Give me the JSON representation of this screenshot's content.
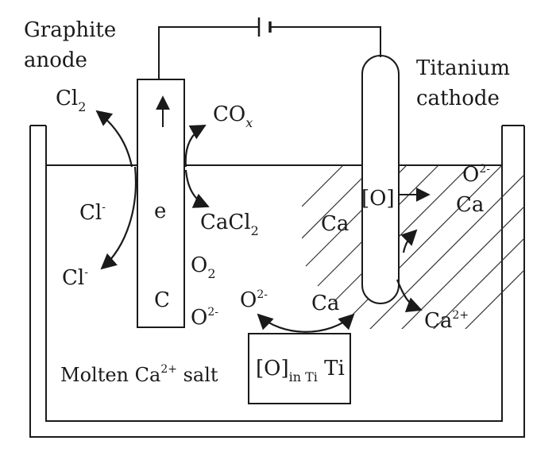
{
  "labels": {
    "anode_line1": "Graphite",
    "anode_line2": "anode",
    "cathode_line1": "Titanium",
    "cathode_line2": "cathode",
    "cl2": "Cl",
    "cl2_sub": "2",
    "cox": "CO",
    "cox_sub": "x",
    "cl_minus_1": "Cl",
    "cl_minus_1_sup": "-",
    "cl_minus_2": "Cl",
    "cl_minus_2_sup": "-",
    "e": "e",
    "c": "C",
    "cacl2": "CaCl",
    "cacl2_sub": "2",
    "o2": "O",
    "o2_sub": "2",
    "o2minus_anode": "O",
    "o2minus_anode_sup": "2-",
    "o_bracket": "[O]",
    "o2minus_right": "O",
    "o2minus_right_sup": "2-",
    "ca_right": "Ca",
    "ca_left_of_cathode": "Ca",
    "o2minus_center": "O",
    "o2minus_center_sup": "2-",
    "ca_center": "Ca",
    "ca2plus": "Ca",
    "ca2plus_sup": "2+",
    "molten_salt_pre": "Molten Ca",
    "molten_salt_sup": "2+",
    "molten_salt_post": " salt",
    "box_o": "[O]",
    "box_sub": "in Ti",
    "box_ti": " Ti"
  }
}
